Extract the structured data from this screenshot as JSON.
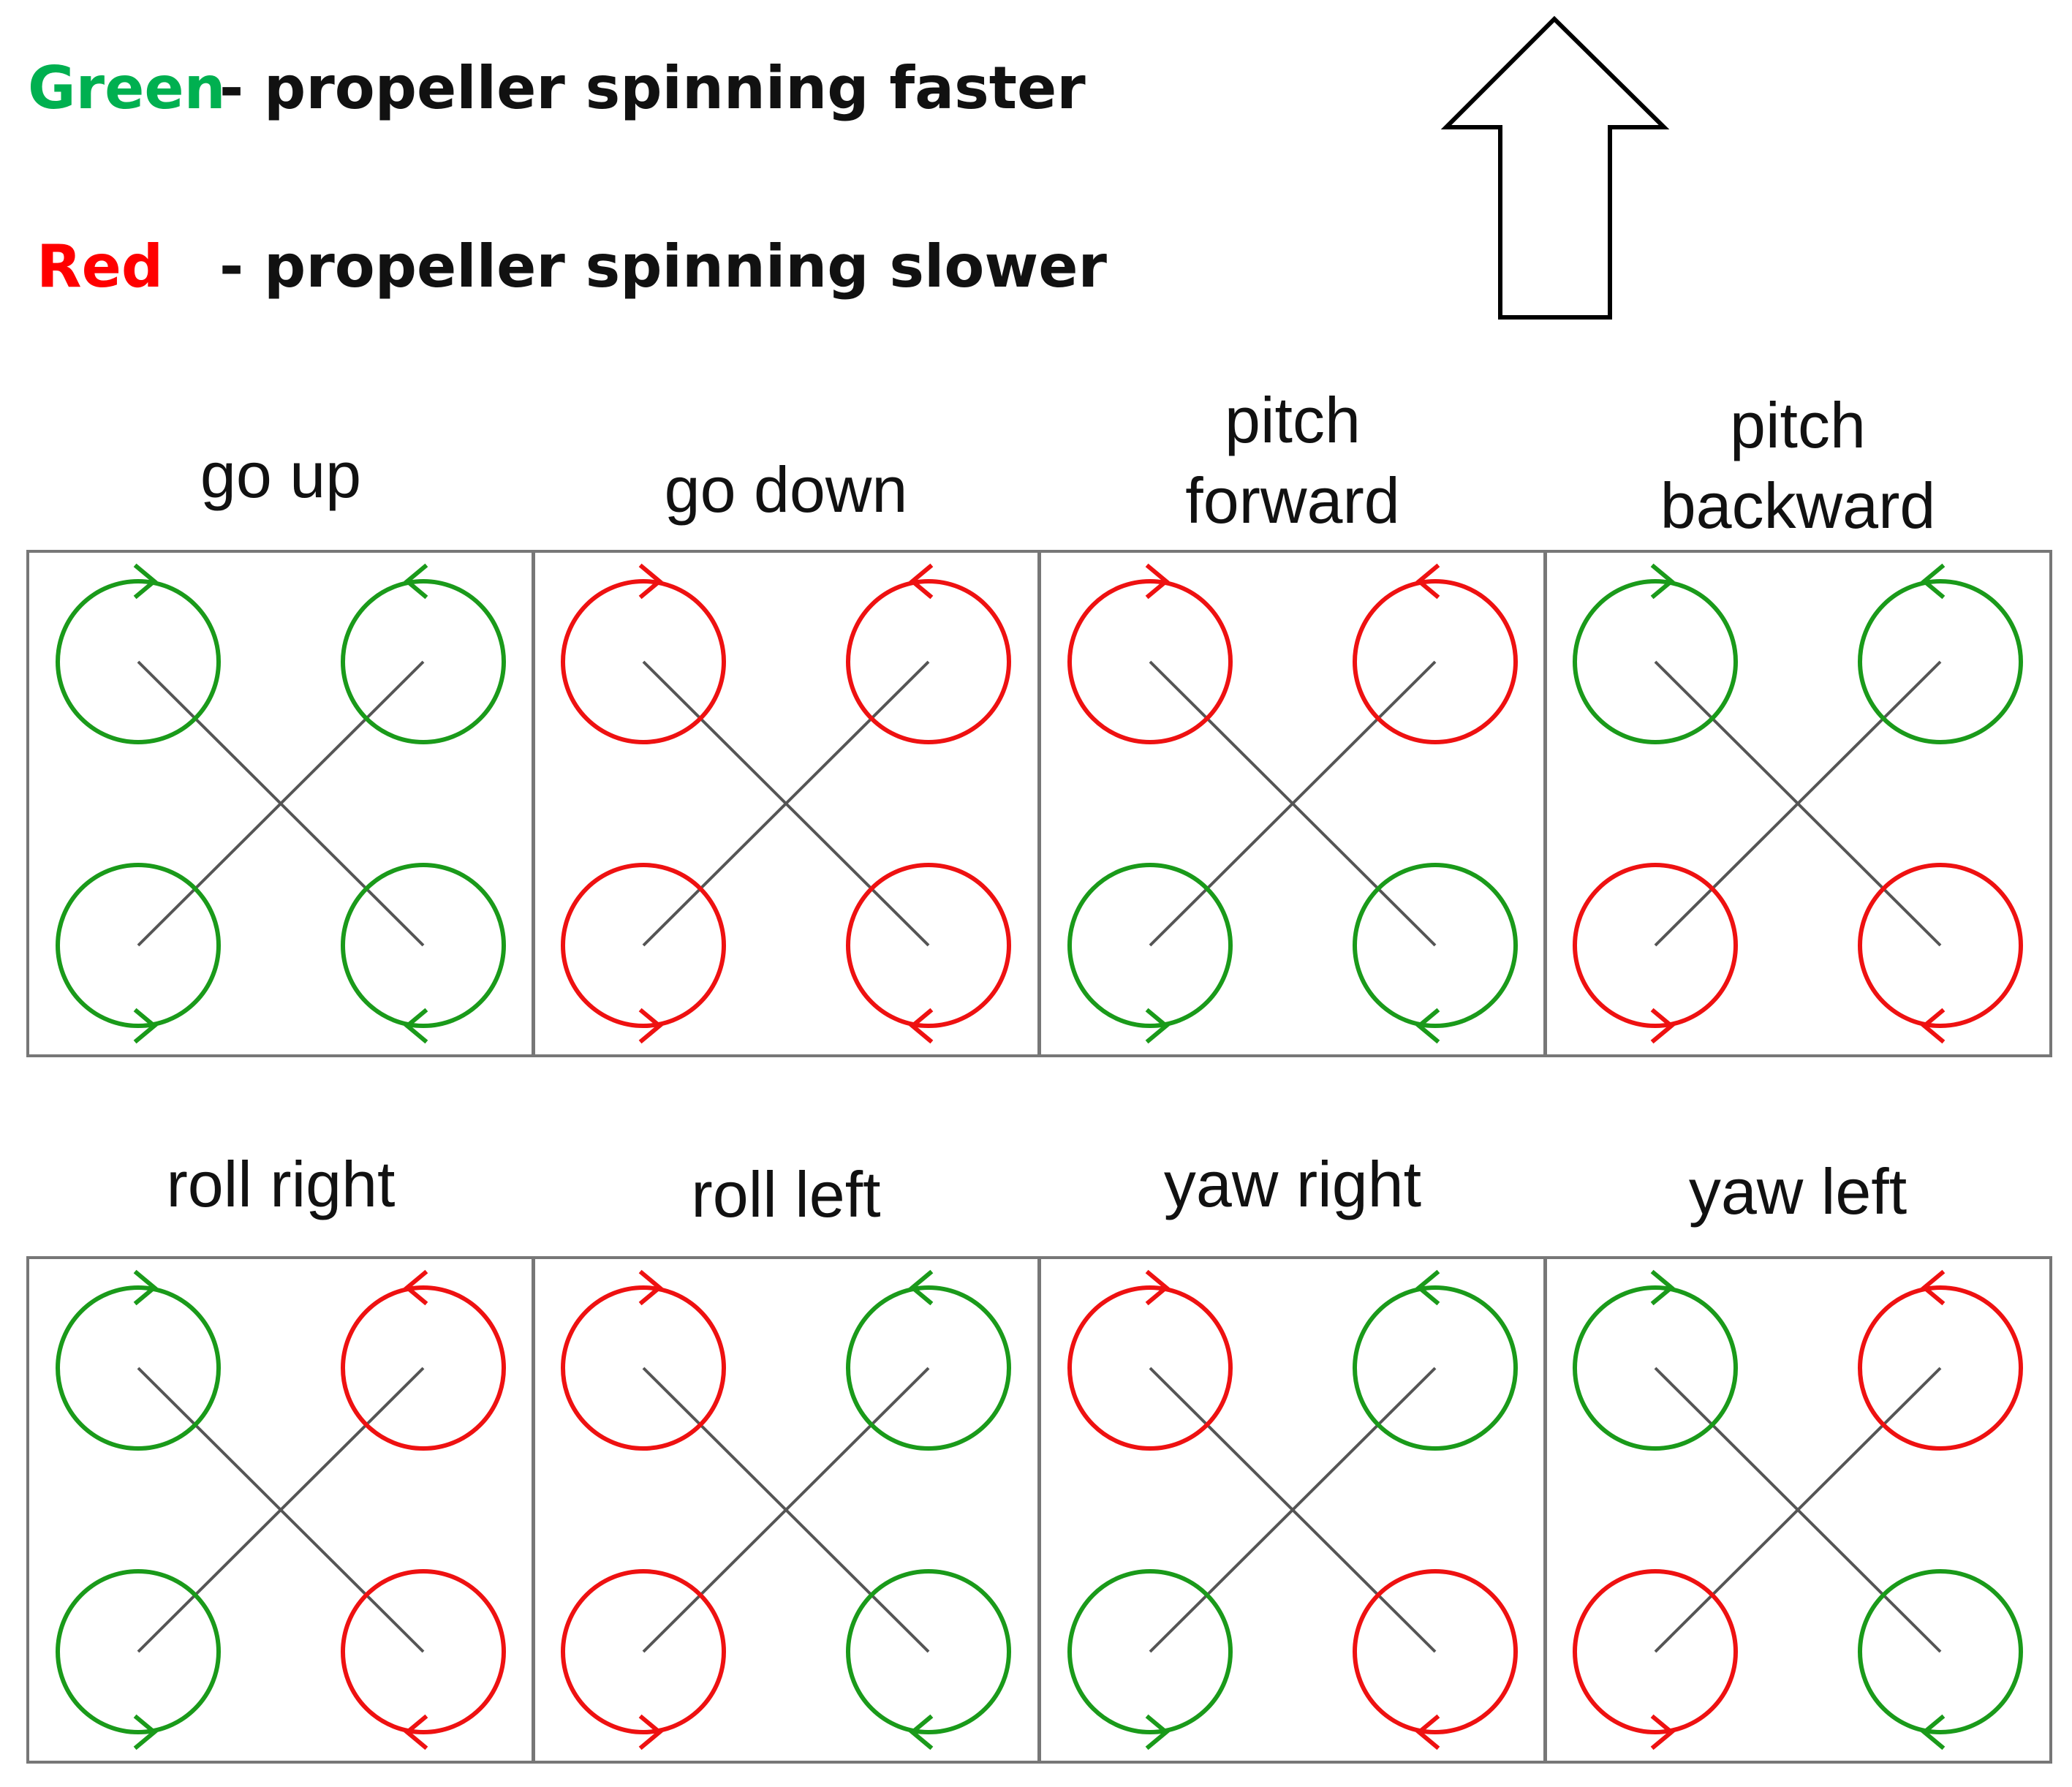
{
  "legend": {
    "items": [
      {
        "key": "Green",
        "key_color": "#00b050",
        "description": "- propeller spinning faster"
      },
      {
        "key": "Red",
        "key_color": "#ff0000",
        "description": "- propeller spinning slower"
      }
    ]
  },
  "direction_arrow": {
    "icon": "up-arrow-icon"
  },
  "colors": {
    "faster": "#1a9a1a",
    "slower": "#ee1111",
    "arms": "#555555",
    "frame": "#777777"
  },
  "panels": [
    {
      "title": [
        "go up"
      ],
      "rotors": {
        "tl": "faster",
        "tr": "faster",
        "bl": "faster",
        "br": "faster"
      }
    },
    {
      "title": [
        "go down"
      ],
      "rotors": {
        "tl": "slower",
        "tr": "slower",
        "bl": "slower",
        "br": "slower"
      }
    },
    {
      "title": [
        "pitch",
        "forward"
      ],
      "rotors": {
        "tl": "slower",
        "tr": "slower",
        "bl": "faster",
        "br": "faster"
      }
    },
    {
      "title": [
        "pitch",
        "backward"
      ],
      "rotors": {
        "tl": "faster",
        "tr": "faster",
        "bl": "slower",
        "br": "slower"
      }
    },
    {
      "title": [
        "roll right"
      ],
      "rotors": {
        "tl": "faster",
        "tr": "slower",
        "bl": "faster",
        "br": "slower"
      }
    },
    {
      "title": [
        "roll left"
      ],
      "rotors": {
        "tl": "slower",
        "tr": "faster",
        "bl": "slower",
        "br": "faster"
      }
    },
    {
      "title": [
        "yaw right"
      ],
      "rotors": {
        "tl": "slower",
        "tr": "faster",
        "bl": "faster",
        "br": "slower"
      }
    },
    {
      "title": [
        "yaw left"
      ],
      "rotors": {
        "tl": "faster",
        "tr": "slower",
        "bl": "slower",
        "br": "faster"
      }
    }
  ]
}
